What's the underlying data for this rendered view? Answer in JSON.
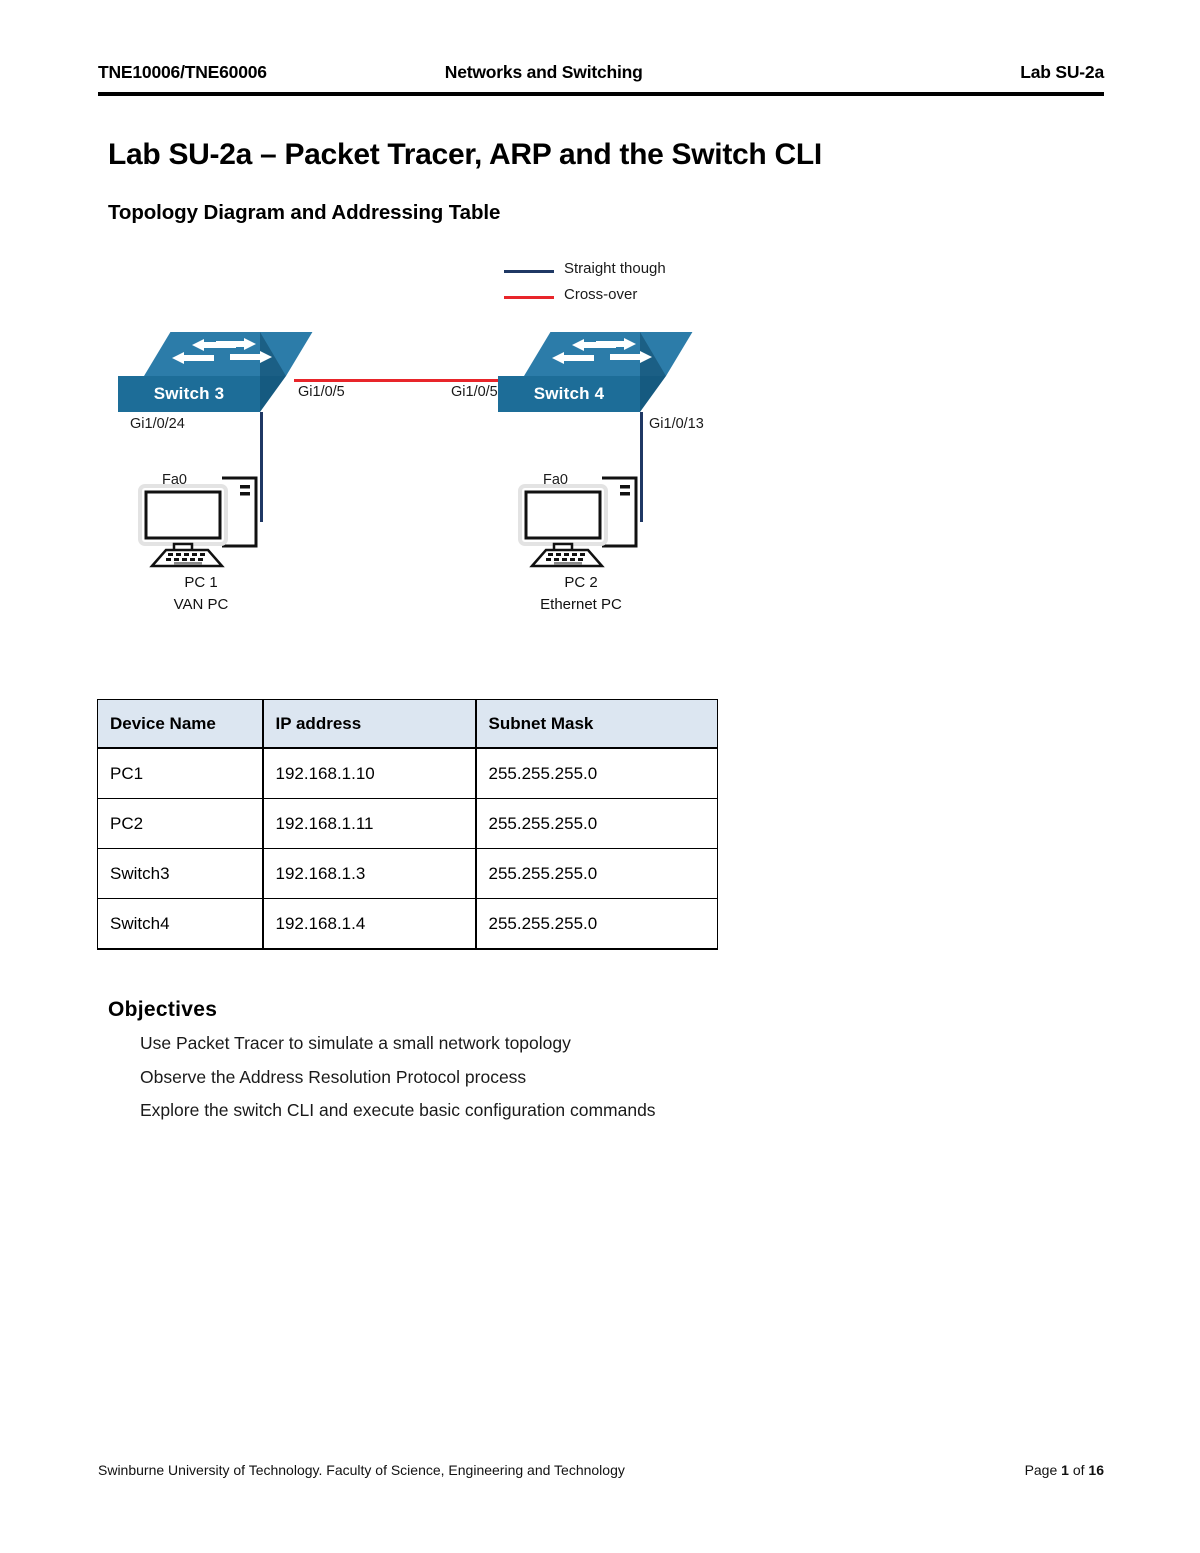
{
  "header": {
    "left": "TNE10006/TNE60006",
    "center": "Networks and Switching",
    "right": "Lab SU-2a"
  },
  "title": "Lab SU-2a – Packet Tracer, ARP and the Switch CLI",
  "subtitle": "Topology Diagram and Addressing Table",
  "figure": {
    "legend": [
      {
        "label": "Straight though",
        "color": "#1f3864"
      },
      {
        "label": "Cross-over",
        "color": "#e8252a"
      }
    ],
    "switches": [
      {
        "name": "Switch 3"
      },
      {
        "name": "Switch 4"
      }
    ],
    "pcs": [
      {
        "name": "PC 1",
        "role": "VAN PC",
        "nic": "Fa0"
      },
      {
        "name": "PC 2",
        "role": "Ethernet PC",
        "nic": "Fa0"
      }
    ],
    "ports": {
      "sw3_uplink": "Gi1/0/5",
      "sw4_uplink": "Gi1/0/5",
      "sw3_to_pc1": "Gi1/0/24",
      "sw4_to_pc2": "Gi1/0/13"
    }
  },
  "addressing_table": {
    "columns": [
      "Device Name",
      "IP address",
      "Subnet Mask"
    ],
    "rows": [
      [
        "PC1",
        "192.168.1.10",
        "255.255.255.0"
      ],
      [
        "PC2",
        "192.168.1.11",
        "255.255.255.0"
      ],
      [
        "Switch3",
        "192.168.1.3",
        "255.255.255.0"
      ],
      [
        "Switch4",
        "192.168.1.4",
        "255.255.255.0"
      ]
    ]
  },
  "objectives": {
    "heading": "Objectives",
    "items": [
      "Use Packet Tracer to simulate a small network topology",
      "Observe the Address Resolution Protocol process",
      "Explore the switch CLI and execute basic configuration commands"
    ]
  },
  "footer": {
    "left": "Swinburne University of Technology. Faculty of Science, Engineering and Technology",
    "page_prefix": "Page ",
    "page_number": "1",
    "page_of": " of ",
    "page_total": "16"
  }
}
